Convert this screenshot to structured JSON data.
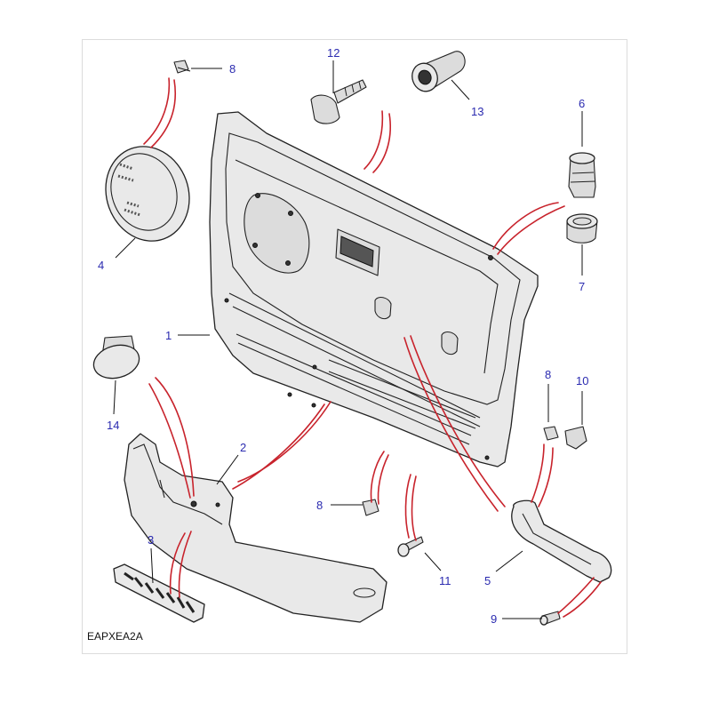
{
  "diagram": {
    "drawing_code": "EAPXEA2A",
    "callouts": [
      {
        "id": "8a",
        "text": "8"
      },
      {
        "id": "12",
        "text": "12"
      },
      {
        "id": "13",
        "text": "13"
      },
      {
        "id": "6",
        "text": "6"
      },
      {
        "id": "7",
        "text": "7"
      },
      {
        "id": "4",
        "text": "4"
      },
      {
        "id": "1",
        "text": "1"
      },
      {
        "id": "14",
        "text": "14"
      },
      {
        "id": "8b",
        "text": "8"
      },
      {
        "id": "10",
        "text": "10"
      },
      {
        "id": "2",
        "text": "2"
      },
      {
        "id": "3",
        "text": "3"
      },
      {
        "id": "8c",
        "text": "8"
      },
      {
        "id": "11",
        "text": "11"
      },
      {
        "id": "5",
        "text": "5"
      },
      {
        "id": "9",
        "text": "9"
      }
    ],
    "colors": {
      "callout_text": "#2b2bb0",
      "connector_red": "#c8232c",
      "outline": "#222222",
      "part_fill": "#e9e9e9"
    }
  }
}
